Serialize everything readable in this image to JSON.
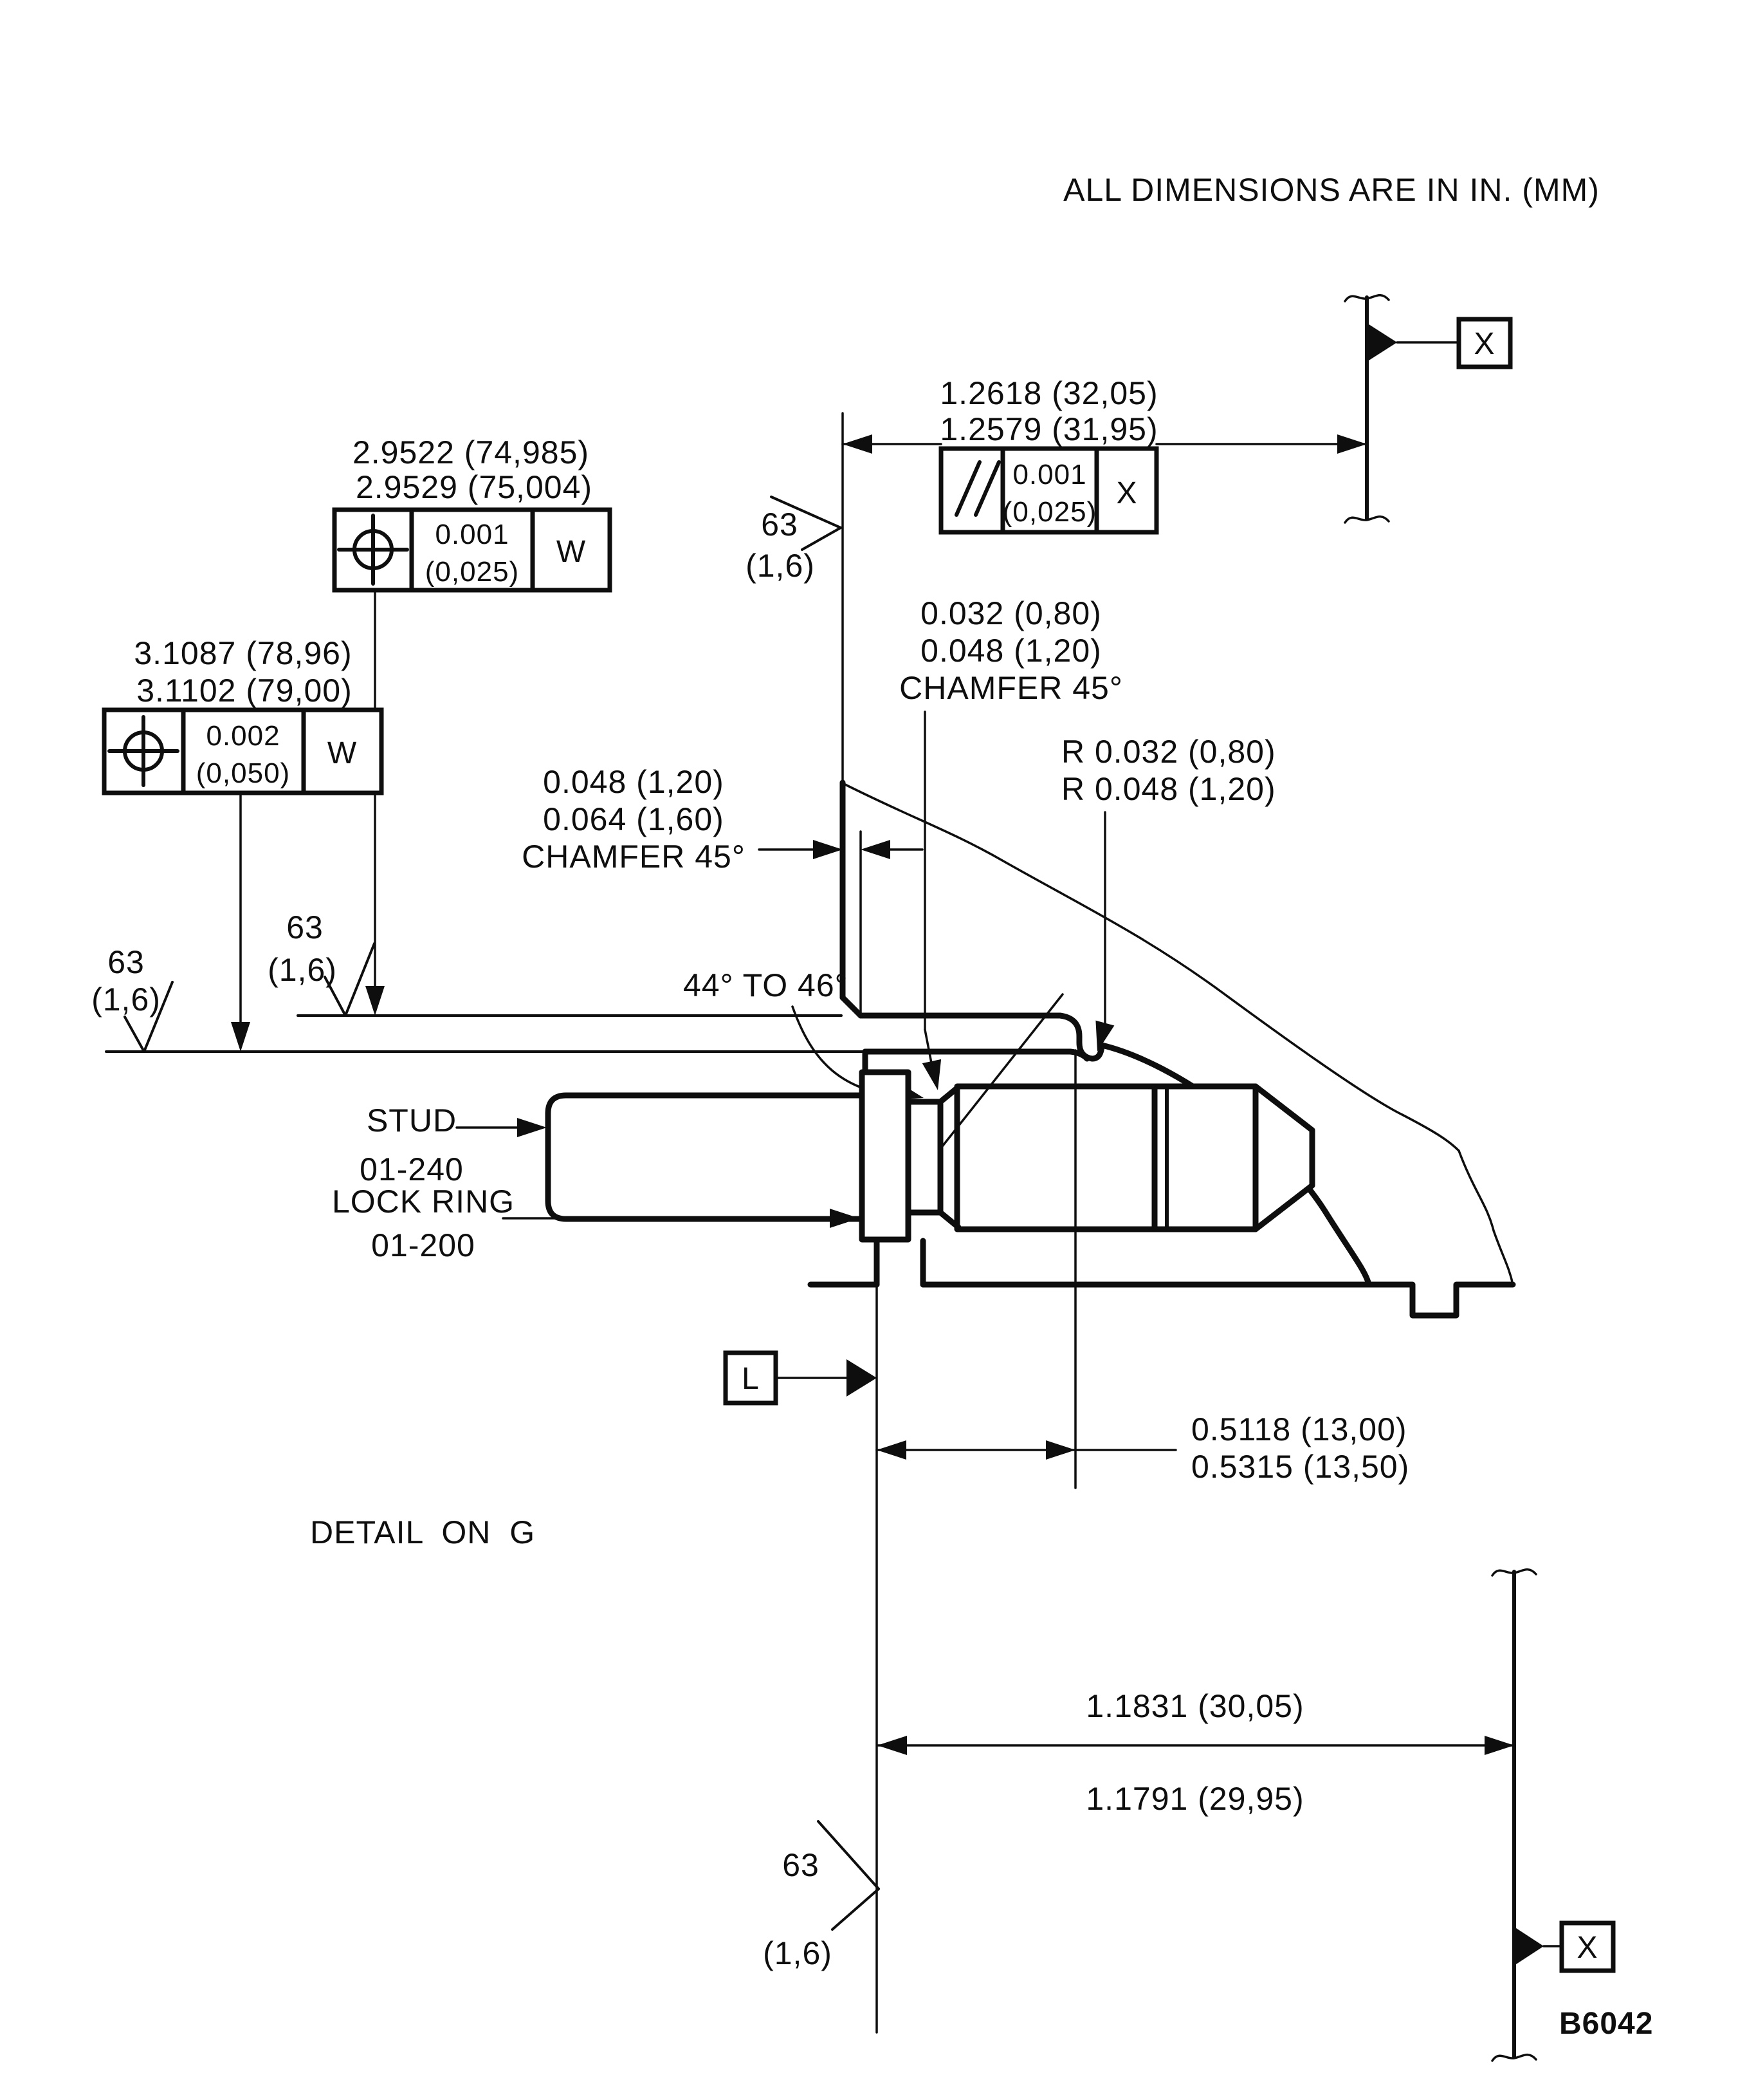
{
  "drawing": {
    "units_note": "ALL DIMENSIONS ARE IN IN. (MM)",
    "detail_label": "DETAIL ON G",
    "figure_number": "B6042"
  },
  "parts": {
    "stud": {
      "name": "STUD",
      "number": "01-240"
    },
    "lock_ring": {
      "name": "LOCK RING",
      "number": "01-200"
    }
  },
  "datums": {
    "top": "X",
    "bottom": "X",
    "left": "L"
  },
  "surface_finish": {
    "value": "63",
    "value_mm": "(1,6)"
  },
  "dimensions": {
    "upper_width": {
      "row1": "1.2618 (32,05)",
      "row2": "1.2579 (31,95)"
    },
    "lip_diameter": {
      "row1": "2.9522 (74,985)",
      "row2": "2.9529 (75,004)"
    },
    "flange_diameter": {
      "row1": "3.1087 (78,96)",
      "row2": "3.1102 (79,00)"
    },
    "stud_chamfer": {
      "row1": "0.032 (0,80)",
      "row2": "0.048 (1,20)",
      "row3": "CHAMFER 45°"
    },
    "undercut_radius": {
      "row1": "R 0.032 (0,80)",
      "row2": "R 0.048 (1,20)"
    },
    "face_chamfer": {
      "row1": "0.048 (1,20)",
      "row2": "0.064 (1,60)",
      "row3": "CHAMFER 45°"
    },
    "seat_angle": "44° TO 46°",
    "ring_depth": {
      "row1": "0.5118 (13,00)",
      "row2": "0.5315 (13,50)"
    },
    "lower_width": {
      "row1": "1.1831 (30,05)",
      "row2": "1.1791 (29,95)"
    }
  },
  "feature_controls": {
    "parallelism": {
      "tol": "0.001",
      "tol_mm": "(0,025)",
      "datum": "X"
    },
    "position_lip": {
      "tol": "0.001",
      "tol_mm": "(0,025)",
      "datum": "W"
    },
    "position_flange": {
      "tol": "0.002",
      "tol_mm": "(0,050)",
      "datum": "W"
    }
  }
}
